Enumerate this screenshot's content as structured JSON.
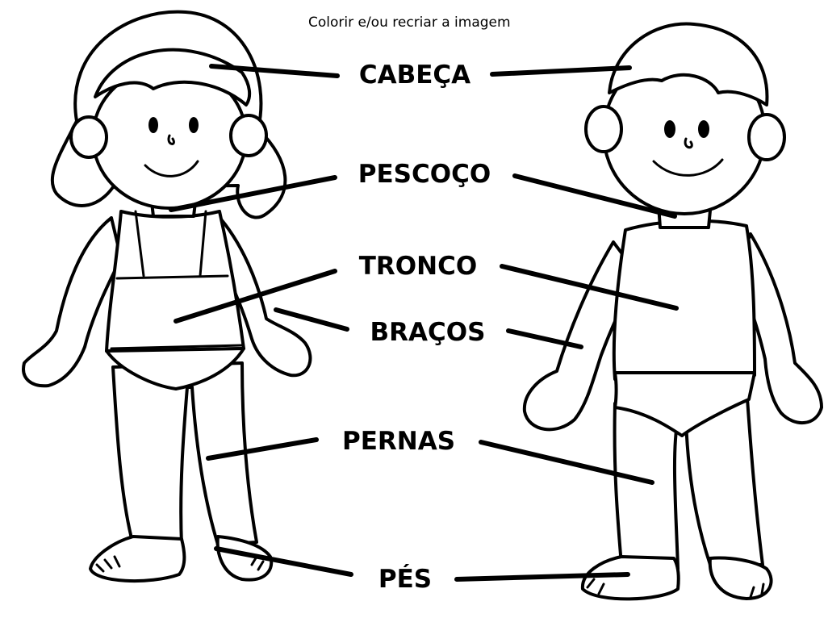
{
  "instruction": "Colorir e/ou recriar a imagem",
  "figures": [
    "girl",
    "boy"
  ],
  "labels": [
    {
      "id": "cabeca",
      "text": "CABEÇA"
    },
    {
      "id": "pescoco",
      "text": "PESCOÇO"
    },
    {
      "id": "tronco",
      "text": "TRONCO"
    },
    {
      "id": "bracos",
      "text": "BRAÇOS"
    },
    {
      "id": "pernas",
      "text": "PERNAS"
    },
    {
      "id": "pes",
      "text": "PÉS"
    }
  ],
  "line_color": "#000000",
  "background_color": "#ffffff"
}
